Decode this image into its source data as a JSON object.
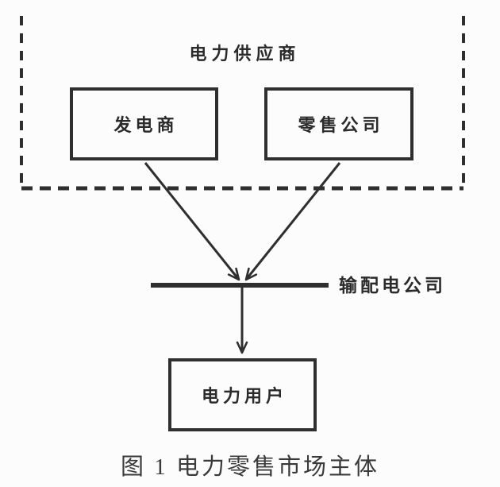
{
  "figure": {
    "caption": "图 1 电力零售市场主体"
  },
  "diagram": {
    "supplier_group_label": "电力供应商",
    "nodes": {
      "generator": "发电商",
      "retailer": "零售公司",
      "grid_company": "输配电公司",
      "consumer": "电力用户"
    },
    "edges": [
      {
        "from": "发电商",
        "to": "输配电公司",
        "style": "arrow"
      },
      {
        "from": "零售公司",
        "to": "输配电公司",
        "style": "arrow"
      },
      {
        "from": "输配电公司",
        "to": "电力用户",
        "style": "arrow"
      }
    ],
    "groups": [
      {
        "label": "电力供应商",
        "members": [
          "发电商",
          "零售公司"
        ],
        "border": "dashed"
      }
    ]
  },
  "colors": {
    "stroke": "#2f2f2f",
    "background": "#fcfcfc",
    "text": "#2b2b2b"
  }
}
